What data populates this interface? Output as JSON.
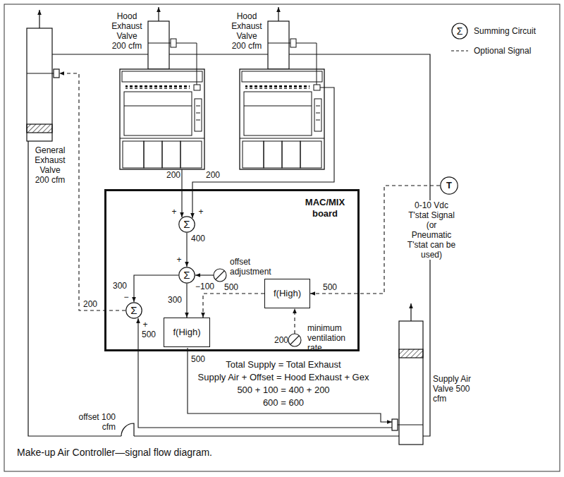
{
  "diagram": {
    "caption": "Make-up Air Controller—signal flow diagram.",
    "nodes": [
      {
        "text": [
          "MAC/MIX board"
        ]
      },
      {
        "text": [
          "Σ"
        ],
        "in": 0
      },
      {
        "text": [
          "Σ"
        ],
        "in": 0
      },
      {
        "text": [
          "Σ"
        ],
        "in": 0
      },
      {
        "text": [
          "f(High)"
        ],
        "in": 0
      },
      {
        "text": [
          "f(High)"
        ],
        "in": 0
      },
      {
        "text": [
          "T"
        ]
      }
    ],
    "edges": [
      {
        "from": 1,
        "to": 2,
        "arrow": "to",
        "label": "400"
      },
      {
        "from": 2,
        "to": 3,
        "arrow": "to",
        "label": "300"
      },
      {
        "from": 2,
        "to": 4,
        "arrow": "to",
        "label": "300"
      },
      {
        "from": 5,
        "to": 4,
        "arrow": "to",
        "label": "500"
      },
      {
        "from": 6,
        "to": 5,
        "arrow": "to",
        "label": "500"
      }
    ],
    "labels": [
      "Hood Exhaust Valve 200 cfm",
      "Hood Exhaust Valve 200 cfm",
      "General Exhaust Valve 200 cfm",
      "Supply Air Valve 500 cfm",
      "0-10 Vdc T'stat Signal (or Pneumatic T'stat can be used)",
      "200",
      "200",
      "+",
      "+",
      "+",
      "−100",
      "offset adjustment",
      "−",
      "+",
      "500",
      "200",
      "500",
      "200",
      "minimum ventilation rate",
      "offset 100 cfm",
      "Total Supply = Total Exhaust",
      "Supply Air + Offset = Hood Exhaust + Gex",
      "500 + 100 = 400 + 200",
      "600 = 600",
      "Σ"
    ],
    "legend": [
      {
        "text": "Summing Circuit"
      },
      {
        "text": "Optional Signal"
      }
    ]
  }
}
